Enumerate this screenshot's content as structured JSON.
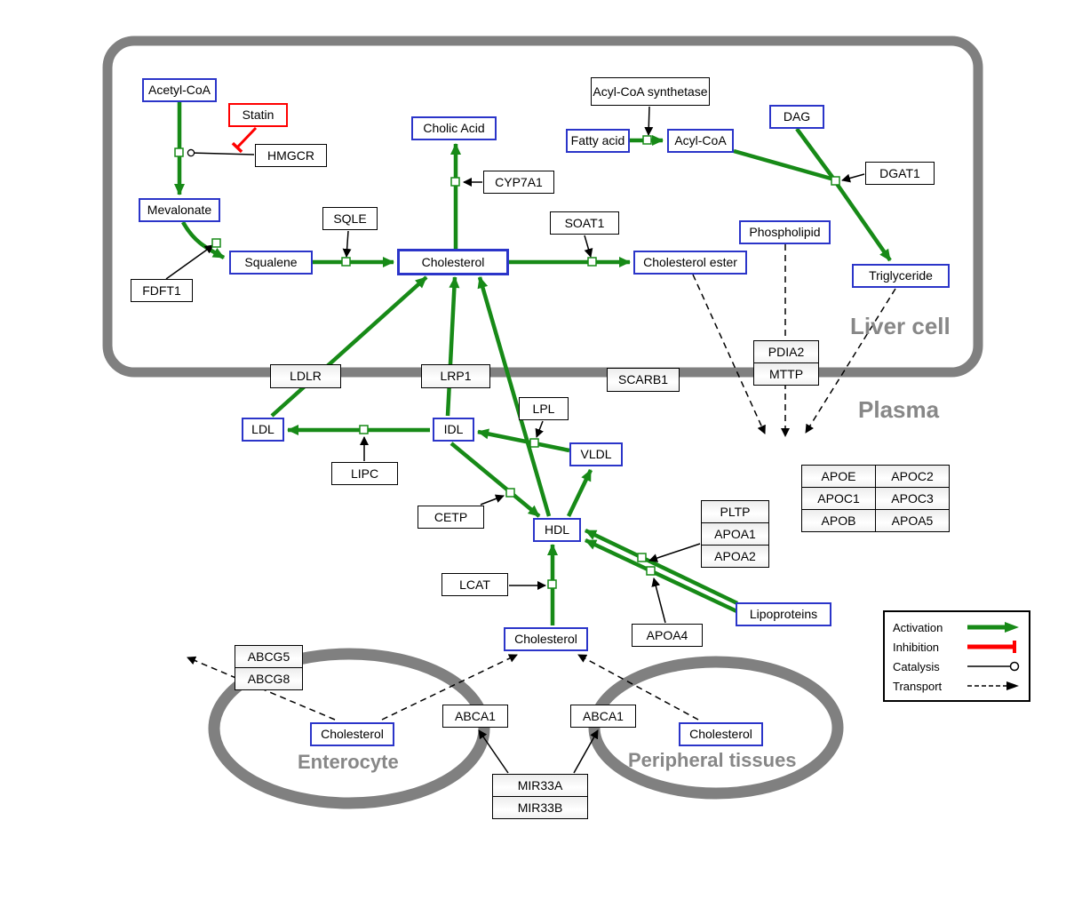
{
  "regions": {
    "liver": "Liver cell",
    "plasma": "Plasma",
    "enterocyte": "Enterocyte",
    "peripheral": "Peripheral tissues"
  },
  "nodes": {
    "acetyl_coa": "Acetyl-CoA",
    "statin": "Statin",
    "hmgcr": "HMGCR",
    "mevalonate": "Mevalonate",
    "fdft1": "FDFT1",
    "squalene": "Squalene",
    "sqle": "SQLE",
    "cholic_acid": "Cholic Acid",
    "cyp7a1": "CYP7A1",
    "cholesterol_liver": "Cholesterol",
    "soat1": "SOAT1",
    "cholesterol_ester": "Cholesterol ester",
    "acyl_coa_synthetase": "Acyl-CoA synthetase",
    "fatty_acid": "Fatty acid",
    "acyl_coa": "Acyl-CoA",
    "dag": "DAG",
    "dgat1": "DGAT1",
    "phospholipid": "Phospholipid",
    "triglyceride": "Triglyceride",
    "ldlr": "LDLR",
    "lrp1": "LRP1",
    "scarb1": "SCARB1",
    "pdia2": "PDIA2",
    "mttp": "MTTP",
    "ldl": "LDL",
    "idl": "IDL",
    "lipc": "LIPC",
    "lpl": "LPL",
    "vldl": "VLDL",
    "cetp": "CETP",
    "hdl": "HDL",
    "pltp": "PLTP",
    "apoa1": "APOA1",
    "apoa2": "APOA2",
    "lcat": "LCAT",
    "apoa4": "APOA4",
    "lipoproteins": "Lipoproteins",
    "apoe": "APOE",
    "apoc2": "APOC2",
    "apoc1": "APOC1",
    "apoc3": "APOC3",
    "apob": "APOB",
    "apoa5": "APOA5",
    "cholesterol_plasma": "Cholesterol",
    "abcg5": "ABCG5",
    "abcg8": "ABCG8",
    "cholesterol_enterocyte": "Cholesterol",
    "abca1_left": "ABCA1",
    "abca1_right": "ABCA1",
    "mir33a": "MIR33A",
    "mir33b": "MIR33B",
    "cholesterol_peripheral": "Cholesterol"
  },
  "legend": {
    "activation": "Activation",
    "inhibition": "Inhibition",
    "catalysis": "Catalysis",
    "transport": "Transport"
  },
  "colors": {
    "activation_green": "#178A17",
    "inhibition_red": "#ff0000",
    "membrane_gray": "#808080",
    "metabolite_border_blue": "#2b35c9"
  }
}
